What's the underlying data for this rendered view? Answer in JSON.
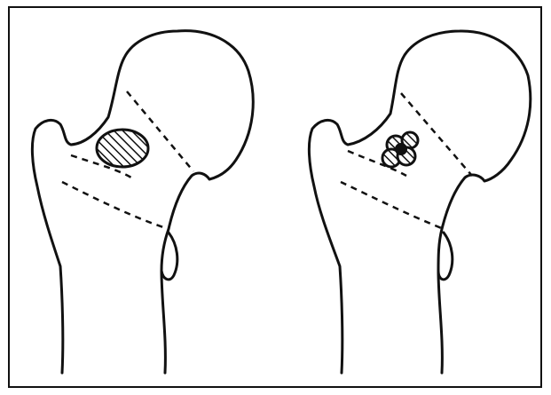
{
  "figure": {
    "panels": [
      {
        "id": "left",
        "lesion_pattern": "single-oval-hatched"
      },
      {
        "id": "right",
        "lesion_pattern": "clustered-cloverleaf-hatched"
      }
    ],
    "colors": {
      "line": "#111111",
      "background": "#ffffff"
    }
  }
}
